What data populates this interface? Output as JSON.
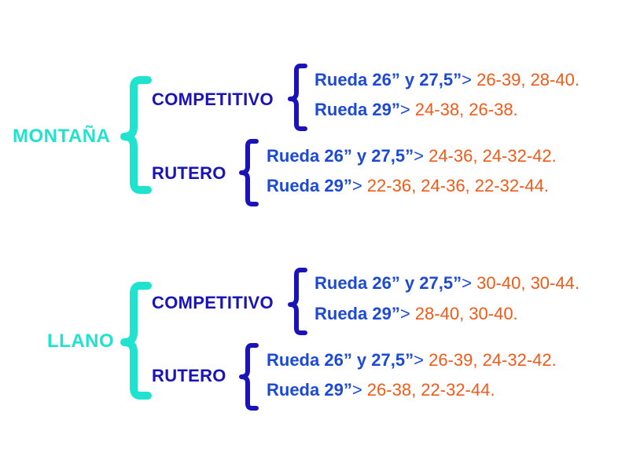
{
  "colors": {
    "root": "#1fe3cf",
    "category": "#1a14b8",
    "brace_level2": "#1a14b8",
    "wheel_label": "#1c4ad6",
    "values": "#f25a18"
  },
  "groups": [
    {
      "title": "MONTAÑA",
      "categories": [
        {
          "name": "COMPETITIVO",
          "items": [
            {
              "label": "Rueda 26” y 27,5”",
              "arrow": ">",
              "values": " 26-39, 28-40."
            },
            {
              "label": "Rueda 29”",
              "arrow": ">",
              "values": " 24-38, 26-38."
            }
          ]
        },
        {
          "name": "RUTERO",
          "items": [
            {
              "label": "Rueda 26” y 27,5”",
              "arrow": ">",
              "values": " 24-36, 24-32-42."
            },
            {
              "label": "Rueda 29”",
              "arrow": ">",
              "values": " 22-36, 24-36, 22-32-44."
            }
          ]
        }
      ]
    },
    {
      "title": "LLANO",
      "categories": [
        {
          "name": "COMPETITIVO",
          "items": [
            {
              "label": "Rueda 26” y 27,5”",
              "arrow": ">",
              "values": " 30-40, 30-44."
            },
            {
              "label": "Rueda 29”",
              "arrow": ">",
              "values": " 28-40, 30-40."
            }
          ]
        },
        {
          "name": "RUTERO",
          "items": [
            {
              "label": "Rueda 26” y 27,5”",
              "arrow": ">",
              "values": " 26-39, 24-32-42."
            },
            {
              "label": "Rueda 29”",
              "arrow": ">",
              "values": " 26-38, 22-32-44."
            }
          ]
        }
      ]
    }
  ]
}
